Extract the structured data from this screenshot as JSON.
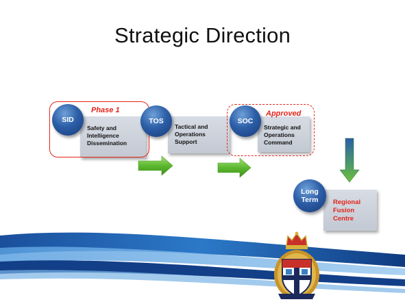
{
  "title": "Strategic Direction",
  "steps": [
    {
      "abbr": "SID",
      "name": "Safety and Intelligence Dissemination",
      "tag": "Phase 1"
    },
    {
      "abbr": "TOS",
      "name": "Tactical and Operations Support"
    },
    {
      "abbr": "SOC",
      "name": "Strategic and Operations Command",
      "tag": "Approved"
    },
    {
      "abbr": "Long Term",
      "name": "Regional Fusion Centre"
    }
  ],
  "colors": {
    "accent_red": "#e2231a",
    "circle_blue": "#2d5fa8",
    "arrow_green": "#5cb82e",
    "box_gray": "#c8cdd6"
  },
  "icons": [
    "police-crest-icon"
  ]
}
